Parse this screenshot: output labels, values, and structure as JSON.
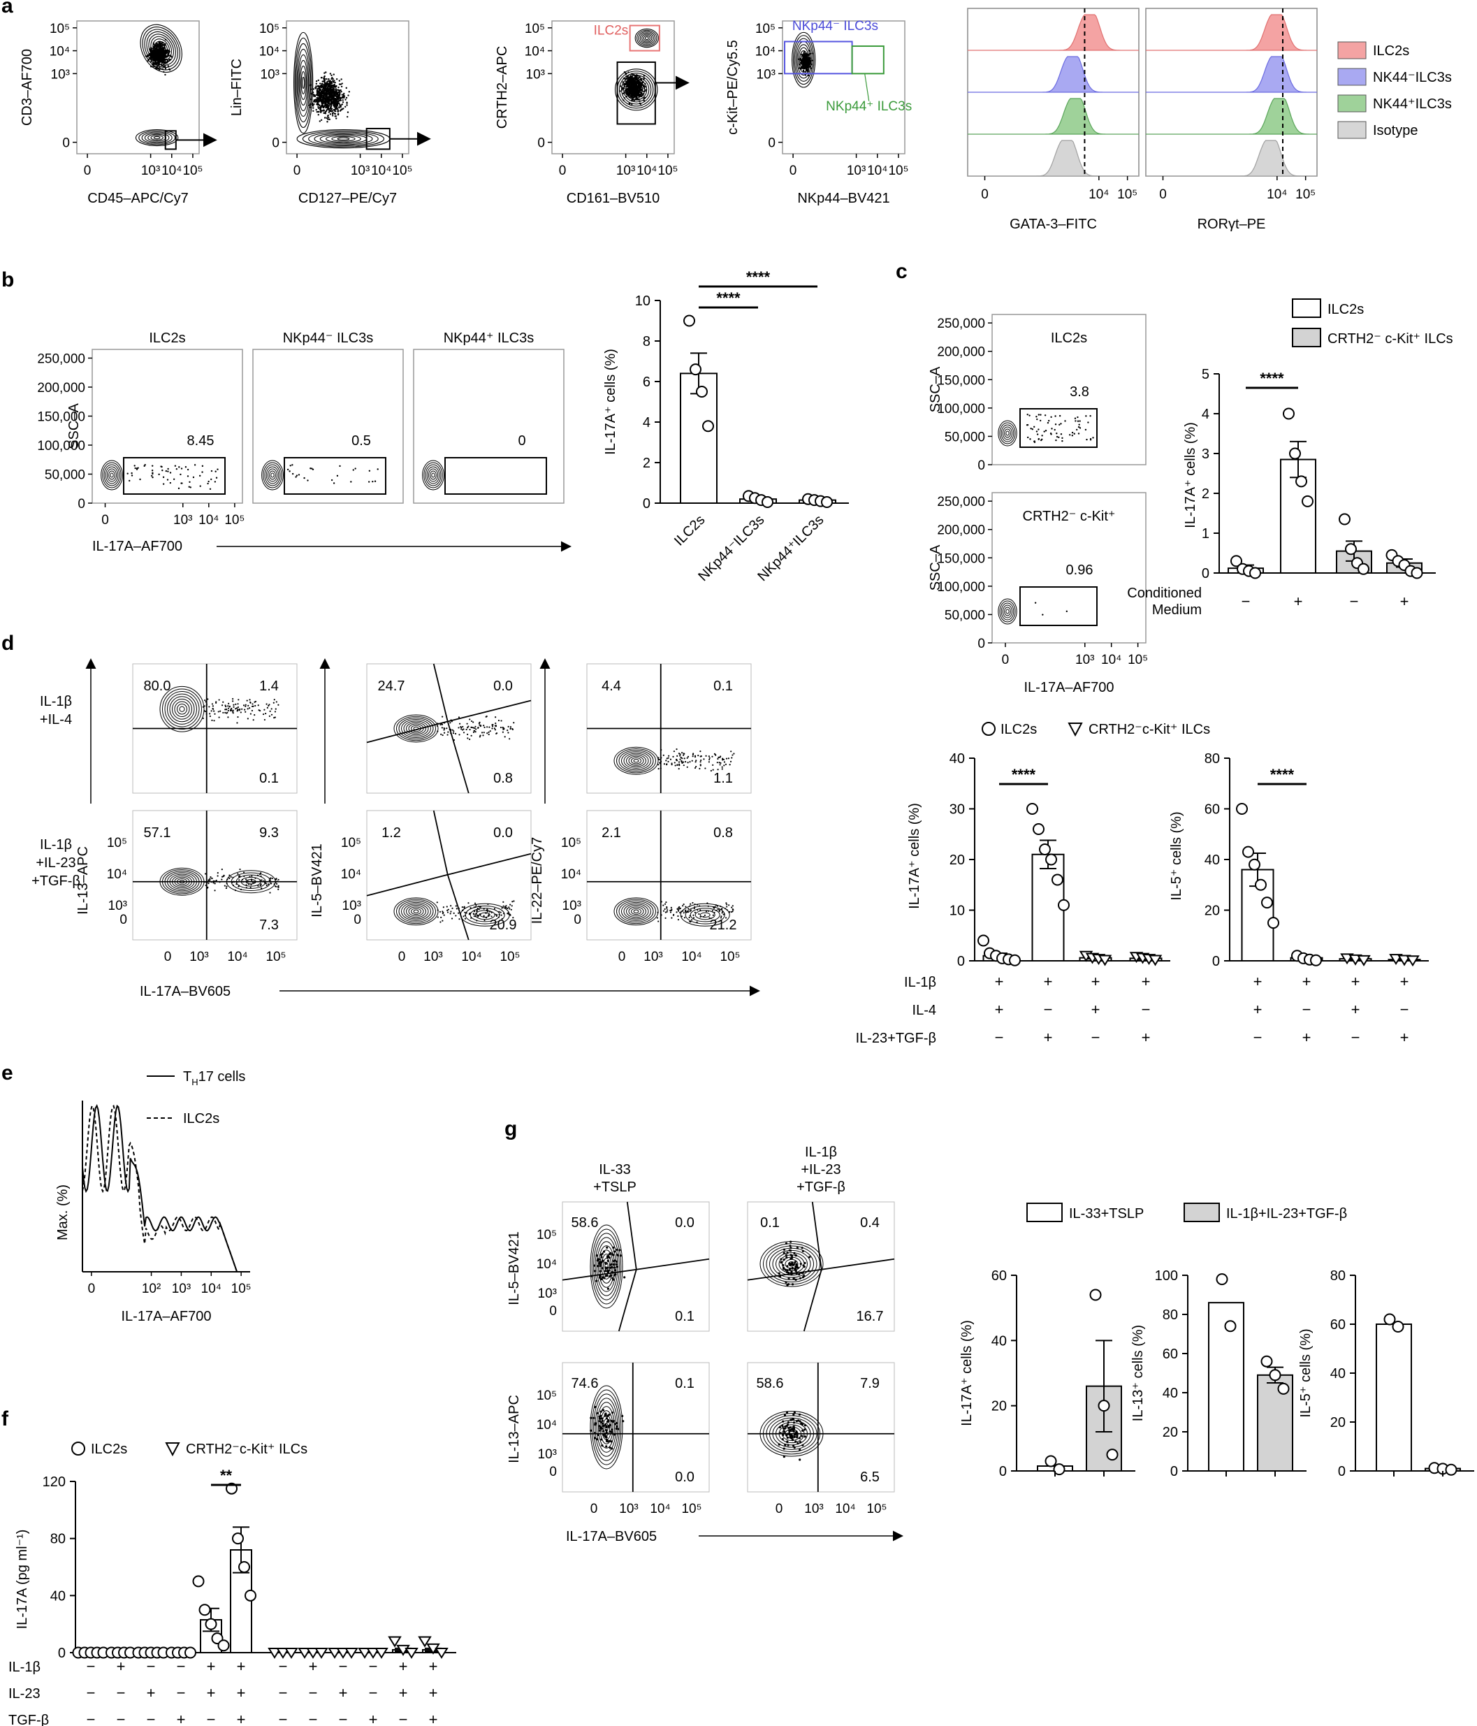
{
  "panel_letters": [
    "a",
    "b",
    "c",
    "d",
    "e",
    "f",
    "g"
  ],
  "chart_data": [
    {
      "id": "a1",
      "type": "scatter",
      "subtype": "flow-contour",
      "xlabel": "CD45–APC/Cy7",
      "ylabel": "CD3–AF700",
      "xticks": [
        "0",
        "10³",
        "10⁴",
        "10⁵"
      ],
      "yticks": [
        "0",
        "10³",
        "10⁴",
        "10⁵"
      ],
      "populations": [
        {
          "x": 3.5,
          "y": 4.1
        },
        {
          "x": 3.3,
          "y": 0.2
        }
      ],
      "gate": {
        "x": [
          3.7,
          4.2
        ],
        "y": [
          -0.3,
          0.5
        ]
      }
    },
    {
      "id": "a2",
      "type": "scatter",
      "subtype": "flow-contour",
      "xlabel": "CD127–PE/Cy7",
      "ylabel": "Lin–FITC",
      "xticks": [
        "0",
        "10³",
        "10⁴",
        "10⁵"
      ],
      "yticks": [
        "0",
        "10³",
        "10⁴",
        "10⁵"
      ],
      "populations": [
        {
          "x": 0.3,
          "y": 3.7
        },
        {
          "x": 2.5,
          "y": 0.1
        }
      ],
      "gate": {
        "x": [
          3.3,
          4.4
        ],
        "y": [
          -0.3,
          0.6
        ]
      }
    },
    {
      "id": "a3",
      "type": "scatter",
      "subtype": "flow-contour",
      "xlabel": "CD161–BV510",
      "ylabel": "CRTH2–APC",
      "xticks": [
        "0",
        "10³",
        "10⁴",
        "10⁵"
      ],
      "yticks": [
        "0",
        "10³",
        "10⁴",
        "10⁵"
      ],
      "annotations": [
        "ILC2s"
      ],
      "populations": [
        {
          "x": 4.0,
          "y": 4.6
        },
        {
          "x": 3.5,
          "y": 2.5
        }
      ],
      "gates": [
        {
          "x": [
            3.2,
            4.6
          ],
          "y": [
            4.0,
            5.1
          ],
          "color": "#e87474"
        },
        {
          "x": [
            2.6,
            4.4
          ],
          "y": [
            0.8,
            3.5
          ],
          "color": "#000000"
        }
      ]
    },
    {
      "id": "a4",
      "type": "scatter",
      "subtype": "flow-contour",
      "xlabel": "NKp44–BV421",
      "ylabel": "c-Kit–PE/Cy5.5",
      "xticks": [
        "0",
        "10³",
        "10⁴",
        "10⁵"
      ],
      "yticks": [
        "0",
        "10³",
        "10⁴",
        "10⁵"
      ],
      "annotations": [
        "NKp44⁻ ILC3s",
        "NKp44⁺ ILC3s"
      ],
      "populations": [
        {
          "x": 0.5,
          "y": 4.1
        }
      ],
      "gates": [
        {
          "x": [
            -0.4,
            2.8
          ],
          "y": [
            3.0,
            4.4
          ],
          "color": "#5555e0"
        },
        {
          "x": [
            2.8,
            4.3
          ],
          "y": [
            3.0,
            4.2
          ],
          "color": "#3a9a3a"
        }
      ]
    },
    {
      "id": "a5",
      "type": "area",
      "subtype": "histogram",
      "xlabel": "GATA-3–FITC",
      "xticks": [
        "0",
        "10⁴",
        "10⁵"
      ],
      "series": [
        {
          "name": "ILC2s",
          "peak": 3.8
        },
        {
          "name": "NK44⁻ILC3s",
          "peak": 3.2
        },
        {
          "name": "NK44⁺ILC3s",
          "peak": 3.3
        },
        {
          "name": "Isotype",
          "peak": 3.0
        }
      ],
      "dashed_line_x": 3.5
    },
    {
      "id": "a6",
      "type": "area",
      "subtype": "histogram",
      "xlabel": "RORγt–PE",
      "xticks": [
        "0",
        "10⁴",
        "10⁵"
      ],
      "series": [
        {
          "name": "ILC2s",
          "peak": 4.1
        },
        {
          "name": "NK44⁻ILC3s",
          "peak": 4.1
        },
        {
          "name": "NK44⁺ILC3s",
          "peak": 4.2
        },
        {
          "name": "Isotype",
          "peak": 3.9
        }
      ],
      "dashed_line_x": 4.2
    },
    {
      "id": "a7",
      "type": "legend",
      "series": [
        {
          "name": "ILC2s",
          "color": "#f4a3a3"
        },
        {
          "name": "NK44⁻ILC3s",
          "color": "#a9a9f2"
        },
        {
          "name": "NK44⁺ILC3s",
          "color": "#9fd29a"
        },
        {
          "name": "Isotype",
          "color": "#d6d6d6"
        }
      ]
    },
    {
      "id": "b1",
      "type": "scatter",
      "subtype": "flow-contour",
      "xlabel": "IL-17A–AF700",
      "ylabel": "SSC–A",
      "panels": [
        {
          "title": "ILC2s",
          "gate_value": "8.45"
        },
        {
          "title": "NKp44⁻ ILC3s",
          "gate_value": "0.5"
        },
        {
          "title": "NKp44⁺ ILC3s",
          "gate_value": "0"
        }
      ],
      "xticks": [
        "0",
        "10³",
        "10⁴",
        "10⁵"
      ],
      "yticks": [
        "0",
        "50,000",
        "100,000",
        "150,000",
        "200,000",
        "250,000"
      ]
    },
    {
      "id": "b2",
      "type": "bar",
      "ylabel": "IL-17A⁺ cells (%)",
      "categories": [
        "ILC2s",
        "NKp44⁻ILC3s",
        "NKp44⁺ILC3s"
      ],
      "values": [
        6.4,
        0.2,
        0.15
      ],
      "errors": [
        1.0,
        0.1,
        0.05
      ],
      "points": [
        [
          9.0,
          6.6,
          5.5,
          3.8
        ],
        [
          0.35,
          0.25,
          0.15,
          0.05
        ],
        [
          0.2,
          0.15,
          0.1,
          0.05
        ]
      ],
      "ylim": [
        0,
        10
      ],
      "yticks": [
        "0",
        "2",
        "4",
        "6",
        "8",
        "10"
      ],
      "significance": [
        "****",
        "****"
      ]
    },
    {
      "id": "c1",
      "type": "scatter",
      "subtype": "flow-contour",
      "xlabel": "IL-17A–AF700",
      "ylabel": "SSC–A",
      "panels": [
        {
          "title": "ILC2s",
          "gate_value": "3.8"
        },
        {
          "title": "CRTH2⁻ c-Kit⁺",
          "gate_value": "0.96"
        }
      ],
      "xticks": [
        "0",
        "10³",
        "10⁴",
        "10⁵"
      ],
      "yticks": [
        "0",
        "50,000",
        "100,000",
        "150,000",
        "200,000",
        "250,000"
      ]
    },
    {
      "id": "c2",
      "type": "bar",
      "ylabel": "IL-17A⁺ cells (%)",
      "legend": [
        "ILC2s",
        "CRTH2⁻ c-Kit⁺ ILCs"
      ],
      "categories": [
        "ILC2s −",
        "ILC2s +",
        "CRTH2⁻ c-Kit⁺ −",
        "CRTH2⁻ c-Kit⁺ +"
      ],
      "values": [
        0.12,
        2.85,
        0.55,
        0.25
      ],
      "errors": [
        0.08,
        0.45,
        0.25,
        0.1
      ],
      "points": [
        [
          0.3,
          0.1,
          0.05,
          0.0
        ],
        [
          4.0,
          3.0,
          2.3,
          1.8
        ],
        [
          1.35,
          0.6,
          0.25,
          0.1
        ],
        [
          0.45,
          0.3,
          0.2,
          0.05,
          0.0
        ]
      ],
      "ylim": [
        0,
        5
      ],
      "yticks": [
        "0",
        "1",
        "2",
        "3",
        "4",
        "5"
      ],
      "row_labels": [
        {
          "label": "Conditioned\nMedium",
          "values": [
            "−",
            "+",
            "−",
            "+"
          ]
        }
      ],
      "significance": [
        "****"
      ]
    },
    {
      "id": "d1",
      "type": "scatter",
      "subtype": "flow-quadrant",
      "xlabel": "IL-17A–BV605",
      "row_labels": [
        "IL-1β\n+IL-4",
        "IL-1β\n+IL-23\n+TGF-β"
      ],
      "columns": [
        {
          "ylabel": "IL-13–APC",
          "quadrants": [
            [
              "80.0",
              "1.4",
              "0.1"
            ],
            [
              "57.1",
              "9.3",
              "7.3"
            ]
          ]
        },
        {
          "ylabel": "IL-5–BV421",
          "quadrants": [
            [
              "24.7",
              "0.0",
              "0.8"
            ],
            [
              "1.2",
              "0.0",
              "20.9"
            ]
          ]
        },
        {
          "ylabel": "IL-22–PE/Cy7",
          "quadrants": [
            [
              "4.4",
              "0.1",
              "1.1"
            ],
            [
              "2.1",
              "0.8",
              "21.2"
            ]
          ]
        }
      ],
      "xticks": [
        "0",
        "10³",
        "10⁴",
        "10⁵"
      ],
      "yticks": [
        "0",
        "10³",
        "10⁴",
        "10⁵"
      ]
    },
    {
      "id": "d2",
      "type": "bar",
      "ylabel": "IL-17A⁺ cells (%)",
      "legend": [
        "ILC2s",
        "CRTH2⁻c-Kit⁺ ILCs"
      ],
      "values": [
        1.0,
        21.0,
        0.6,
        0.5
      ],
      "errors": [
        0.5,
        2.8,
        0.2,
        0.2
      ],
      "points": [
        [
          4.0,
          1.5,
          1.0,
          0.5,
          0.3,
          0.1
        ],
        [
          30.0,
          26.0,
          22.0,
          20.0,
          16.0,
          11.0
        ],
        [
          1.0,
          0.6,
          0.4,
          0.2
        ],
        [
          0.8,
          0.6,
          0.4,
          0.2
        ]
      ],
      "ylim": [
        0,
        40
      ],
      "yticks": [
        "0",
        "10",
        "20",
        "30",
        "40"
      ],
      "significance": [
        "****"
      ],
      "row_labels": [
        {
          "label": "IL-1β",
          "values": [
            "+",
            "+",
            "+",
            "+"
          ]
        },
        {
          "label": "IL-4",
          "values": [
            "+",
            "−",
            "+",
            "−"
          ]
        },
        {
          "label": "IL-23+TGF-β",
          "values": [
            "−",
            "+",
            "−",
            "+"
          ]
        }
      ]
    },
    {
      "id": "d3",
      "type": "bar",
      "ylabel": "IL-5⁺ cells (%)",
      "values": [
        36.0,
        1.2,
        0.8,
        0.5
      ],
      "errors": [
        6.5,
        0.4,
        0.3,
        0.2
      ],
      "points": [
        [
          60.0,
          43.0,
          38.0,
          30.0,
          23.0,
          15.0
        ],
        [
          2.0,
          1.0,
          0.5,
          0.2
        ],
        [
          1.0,
          0.6,
          0.3
        ],
        [
          0.8,
          0.4,
          0.2
        ]
      ],
      "ylim": [
        0,
        80
      ],
      "yticks": [
        "0",
        "20",
        "40",
        "60",
        "80"
      ],
      "significance": [
        "****"
      ],
      "row_values": [
        [
          "+",
          "+",
          "+",
          "+"
        ],
        [
          "+",
          "−",
          "+",
          "−"
        ],
        [
          "−",
          "+",
          "−",
          "+"
        ]
      ]
    },
    {
      "id": "e1",
      "type": "line",
      "subtype": "histogram",
      "ylabel": "Max. (%)",
      "xlabel": "IL-17A–AF700",
      "legend": [
        "T_H17 cells",
        "ILC2s"
      ],
      "xticks": [
        "0",
        "10²",
        "10³",
        "10⁴",
        "10⁵"
      ]
    },
    {
      "id": "f1",
      "type": "bar",
      "ylabel": "IL-17A (pg ml⁻¹)",
      "legend": [
        "ILC2s",
        "CRTH2⁻c-Kit⁺ ILCs"
      ],
      "series": [
        {
          "name": "ILC2s",
          "values": [
            0,
            0,
            0,
            0,
            23,
            72
          ],
          "errors": [
            0,
            0,
            0,
            0,
            8,
            16
          ],
          "points": [
            [
              0,
              0,
              0,
              0,
              0
            ],
            [
              0,
              0,
              0,
              0
            ],
            [
              0,
              0,
              0,
              0,
              0
            ],
            [
              0,
              0,
              0,
              0
            ],
            [
              50,
              30,
              20,
              10,
              5
            ],
            [
              115,
              80,
              60,
              40
            ]
          ]
        },
        {
          "name": "CRTH2⁻c-Kit⁺ ILCs",
          "values": [
            0,
            0,
            0,
            0,
            2,
            2
          ],
          "errors": [
            0,
            0,
            0,
            0,
            1,
            1
          ],
          "points": [
            [
              0,
              0,
              0
            ],
            [
              0,
              0,
              0
            ],
            [
              0,
              0,
              0
            ],
            [
              0,
              0,
              0
            ],
            [
              8,
              2,
              0
            ],
            [
              8,
              3,
              0
            ]
          ]
        }
      ],
      "ylim": [
        0,
        120
      ],
      "yticks": [
        "0",
        "40",
        "80",
        "120"
      ],
      "significance": [
        "**"
      ],
      "row_labels": [
        {
          "label": "IL-1β",
          "values": [
            "−",
            "+",
            "−",
            "−",
            "+",
            "+",
            "−",
            "+",
            "−",
            "−",
            "+",
            "+"
          ]
        },
        {
          "label": "IL-23",
          "values": [
            "−",
            "−",
            "+",
            "−",
            "+",
            "+",
            "−",
            "−",
            "+",
            "−",
            "+",
            "+"
          ]
        },
        {
          "label": "TGF-β",
          "values": [
            "−",
            "−",
            "−",
            "+",
            "−",
            "+",
            "−",
            "−",
            "−",
            "+",
            "−",
            "+"
          ]
        }
      ]
    },
    {
      "id": "g1",
      "type": "scatter",
      "subtype": "flow-quadrant",
      "xlabel": "IL-17A–BV605",
      "column_titles": [
        "IL-33\n+TSLP",
        "IL-1β\n+IL-23\n+TGF-β"
      ],
      "rows": [
        {
          "ylabel": "IL-5–BV421",
          "quadrants": [
            [
              "58.6",
              "0.0",
              "0.1"
            ],
            [
              "0.1",
              "0.4",
              "16.7"
            ]
          ]
        },
        {
          "ylabel": "IL-13–APC",
          "quadrants": [
            [
              "74.6",
              "0.1",
              "0.0"
            ],
            [
              "58.6",
              "7.9",
              "6.5"
            ]
          ]
        }
      ],
      "xticks": [
        "0",
        "10³",
        "10⁴",
        "10⁵"
      ],
      "yticks": [
        "0",
        "10³",
        "10⁴",
        "10⁵"
      ]
    },
    {
      "id": "g2",
      "type": "bar",
      "legend": [
        "IL-33+TSLP",
        "IL-1β+IL-23+TGF-β"
      ],
      "subplots": [
        {
          "ylabel": "IL-17A⁺ cells (%)",
          "values": [
            1.5,
            26.0
          ],
          "errors": [
            0,
            14.0
          ],
          "points": [
            [
              3.0,
              0.5
            ],
            [
              54.0,
              20.0,
              5.0
            ]
          ],
          "ylim": [
            0,
            60
          ],
          "yticks": [
            "0",
            "20",
            "40",
            "60"
          ]
        },
        {
          "ylabel": "IL-13⁺ cells (%)",
          "values": [
            86.0,
            49.0
          ],
          "errors": [
            0,
            4.0
          ],
          "points": [
            [
              98.0,
              74.0
            ],
            [
              56.0,
              49.0,
              42.0
            ]
          ],
          "ylim": [
            0,
            100
          ],
          "yticks": [
            "0",
            "20",
            "40",
            "60",
            "80",
            "100"
          ]
        },
        {
          "ylabel": "IL-5⁺ cells (%)",
          "values": [
            60.0,
            1.0
          ],
          "errors": [
            0,
            0.3
          ],
          "points": [
            [
              62.0,
              59.0
            ],
            [
              1.2,
              0.9,
              0.5
            ]
          ],
          "ylim": [
            0,
            80
          ],
          "yticks": [
            "0",
            "20",
            "40",
            "60",
            "80"
          ]
        }
      ]
    }
  ]
}
